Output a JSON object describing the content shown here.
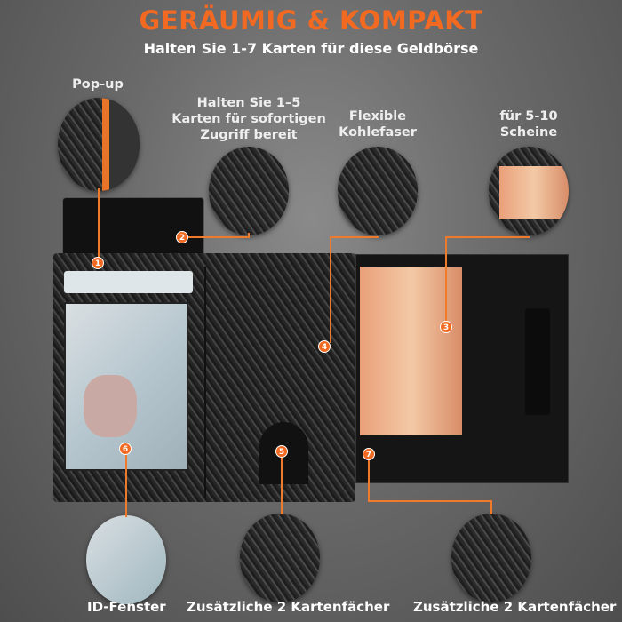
{
  "header": {
    "title": "GERÄUMIG & KOMPAKT",
    "subtitle": "Halten Sie 1-7 Karten für diese Geldbörse"
  },
  "features": [
    {
      "number": "1",
      "label": "Pop-up"
    },
    {
      "number": "2",
      "label_lines": [
        "Halten Sie 1–5",
        "Karten für sofortigen",
        "Zugriff bereit"
      ]
    },
    {
      "number": "3",
      "label_lines": [
        "für 5-10",
        "Scheine"
      ]
    },
    {
      "number": "4",
      "label_lines": [
        "Flexible",
        "Kohlefaser"
      ]
    },
    {
      "number": "5",
      "label": "Zusätzliche 2 Kartenfächer"
    },
    {
      "number": "6",
      "label": "ID-Fenster"
    },
    {
      "number": "7",
      "label": "Zusätzliche 2 Kartenfächer"
    }
  ],
  "colors": {
    "accent": "#f26a21",
    "background": "#6a6a6a"
  }
}
